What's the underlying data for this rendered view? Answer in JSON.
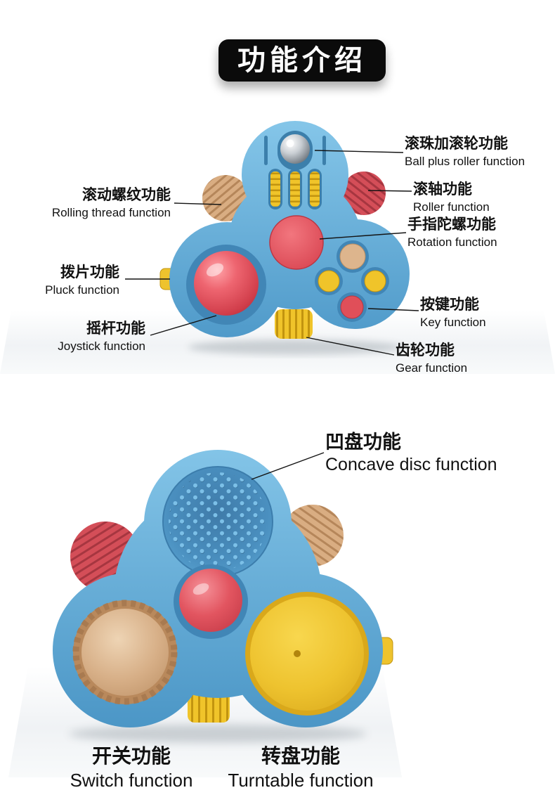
{
  "page": {
    "title": "功能介绍"
  },
  "colors": {
    "body_blue": "#5aa3d2",
    "accent_red": "#dd4f59",
    "accent_yellow": "#f0c42a",
    "accent_tan": "#d9ad82",
    "title_bg": "#0b0b0b",
    "label_text": "#111111"
  },
  "front_view": {
    "labels": {
      "ball_roller": {
        "zh": "滚珠加滚轮功能",
        "en": "Ball plus roller function"
      },
      "roller": {
        "zh": "滚轴功能",
        "en": "Roller function"
      },
      "rotation": {
        "zh": "手指陀螺功能",
        "en": "Rotation function"
      },
      "key": {
        "zh": "按键功能",
        "en": "Key function"
      },
      "gear": {
        "zh": "齿轮功能",
        "en": "Gear function"
      },
      "rolling_thread": {
        "zh": "滚动螺纹功能",
        "en": "Rolling thread function"
      },
      "pluck": {
        "zh": "拨片功能",
        "en": "Pluck function"
      },
      "joystick": {
        "zh": "摇杆功能",
        "en": "Joystick function"
      }
    }
  },
  "back_view": {
    "labels": {
      "concave_disc": {
        "zh": "凹盘功能",
        "en": "Concave disc function"
      },
      "switch": {
        "zh": "开关功能",
        "en": "Switch function"
      },
      "turntable": {
        "zh": "转盘功能",
        "en": "Turntable function"
      }
    }
  }
}
